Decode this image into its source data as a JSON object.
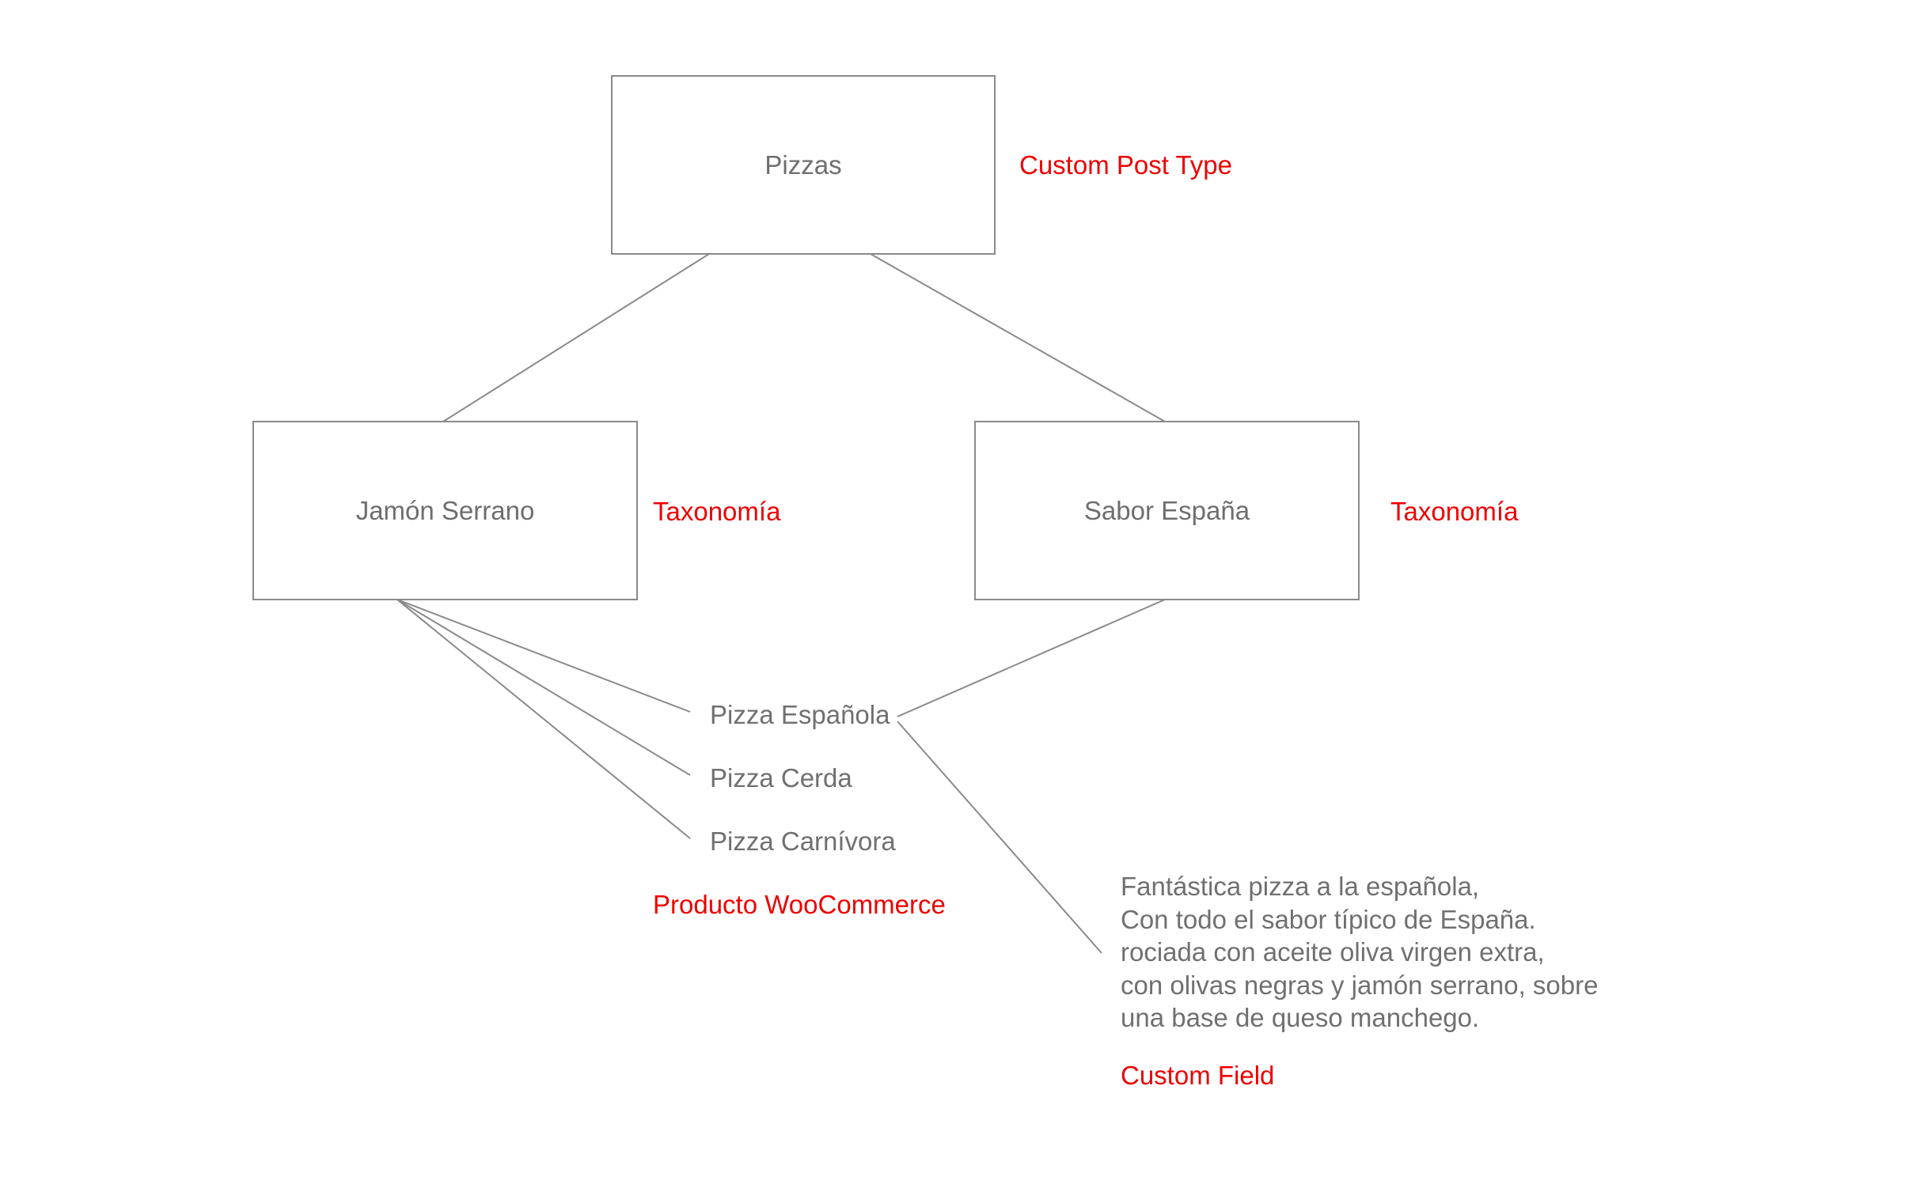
{
  "nodes": {
    "root": {
      "label": "Pizzas",
      "annotation": "Custom Post Type"
    },
    "left": {
      "label": "Jamón Serrano",
      "annotation": "Taxonomía"
    },
    "right": {
      "label": "Sabor España",
      "annotation": "Taxonomía"
    }
  },
  "products": {
    "items": [
      "Pizza Española",
      "Pizza Cerda",
      "Pizza Carnívora"
    ],
    "annotation": "Producto WooCommerce"
  },
  "custom_field": {
    "lines": [
      "Fantástica pizza a la española,",
      "Con todo el sabor típico de España.",
      "rociada con aceite oliva virgen extra,",
      "con olivas negras y jamón serrano, sobre",
      "una base de queso manchego."
    ],
    "annotation": "Custom Field"
  },
  "colors": {
    "annotation": "#ee0000",
    "text": "#707070",
    "line": "#8a8a8a"
  }
}
